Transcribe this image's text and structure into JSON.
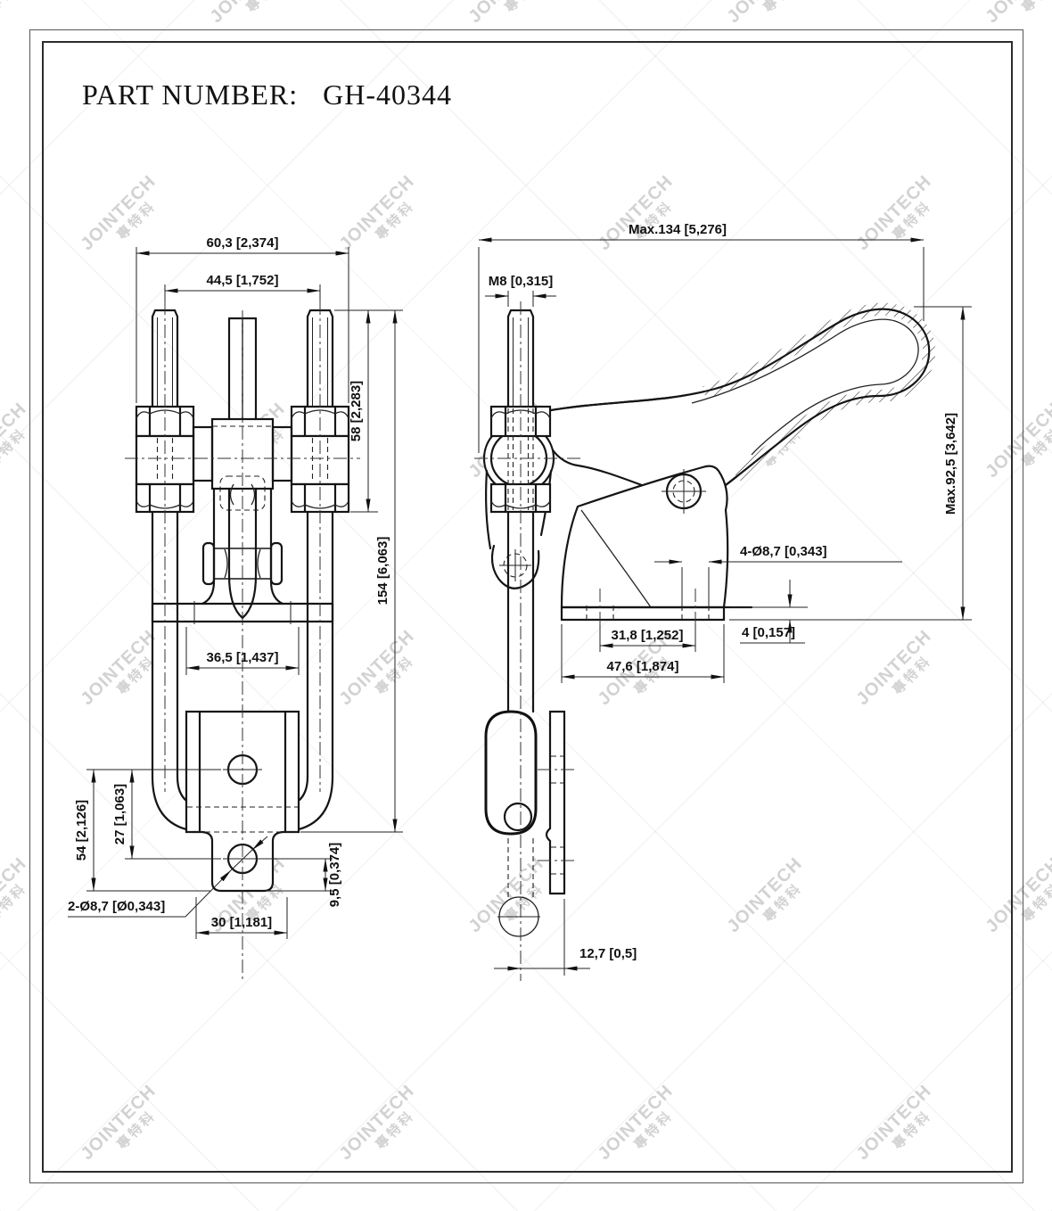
{
  "title": {
    "label": "PART NUMBER:",
    "value": "GH-40344"
  },
  "watermark": {
    "brand": "JOINTECH",
    "cjk": "專特科"
  },
  "views": {
    "front": {
      "dims": {
        "outer_width": "60,3 [2,374]",
        "bolt_spacing": "44,5 [1,752]",
        "upper_height": "58 [2,283]",
        "total_height": "154 [6,063]",
        "bracket_width": "36,5 [1,437]",
        "plate_height": "54 [2,126]",
        "hole_spacing": "27 [1,063]",
        "mounting_holes": "2-Ø8,7 [Ø0,343]",
        "tab_width": "30 [1,181]",
        "tab_height": "9,5 [0,374]"
      }
    },
    "side": {
      "dims": {
        "max_length": "Max.134 [5,276]",
        "thread": "M8 [0,315]",
        "max_height": "Max.92,5 [3,642]",
        "base_holes": "4-Ø8,7 [0,343]",
        "base_thickness": "4 [0,157]",
        "base_hole_spacing": "31,8 [1,252]",
        "base_length": "47,6 [1,874]",
        "hook_offset": "12,7 [0,5]"
      }
    }
  }
}
